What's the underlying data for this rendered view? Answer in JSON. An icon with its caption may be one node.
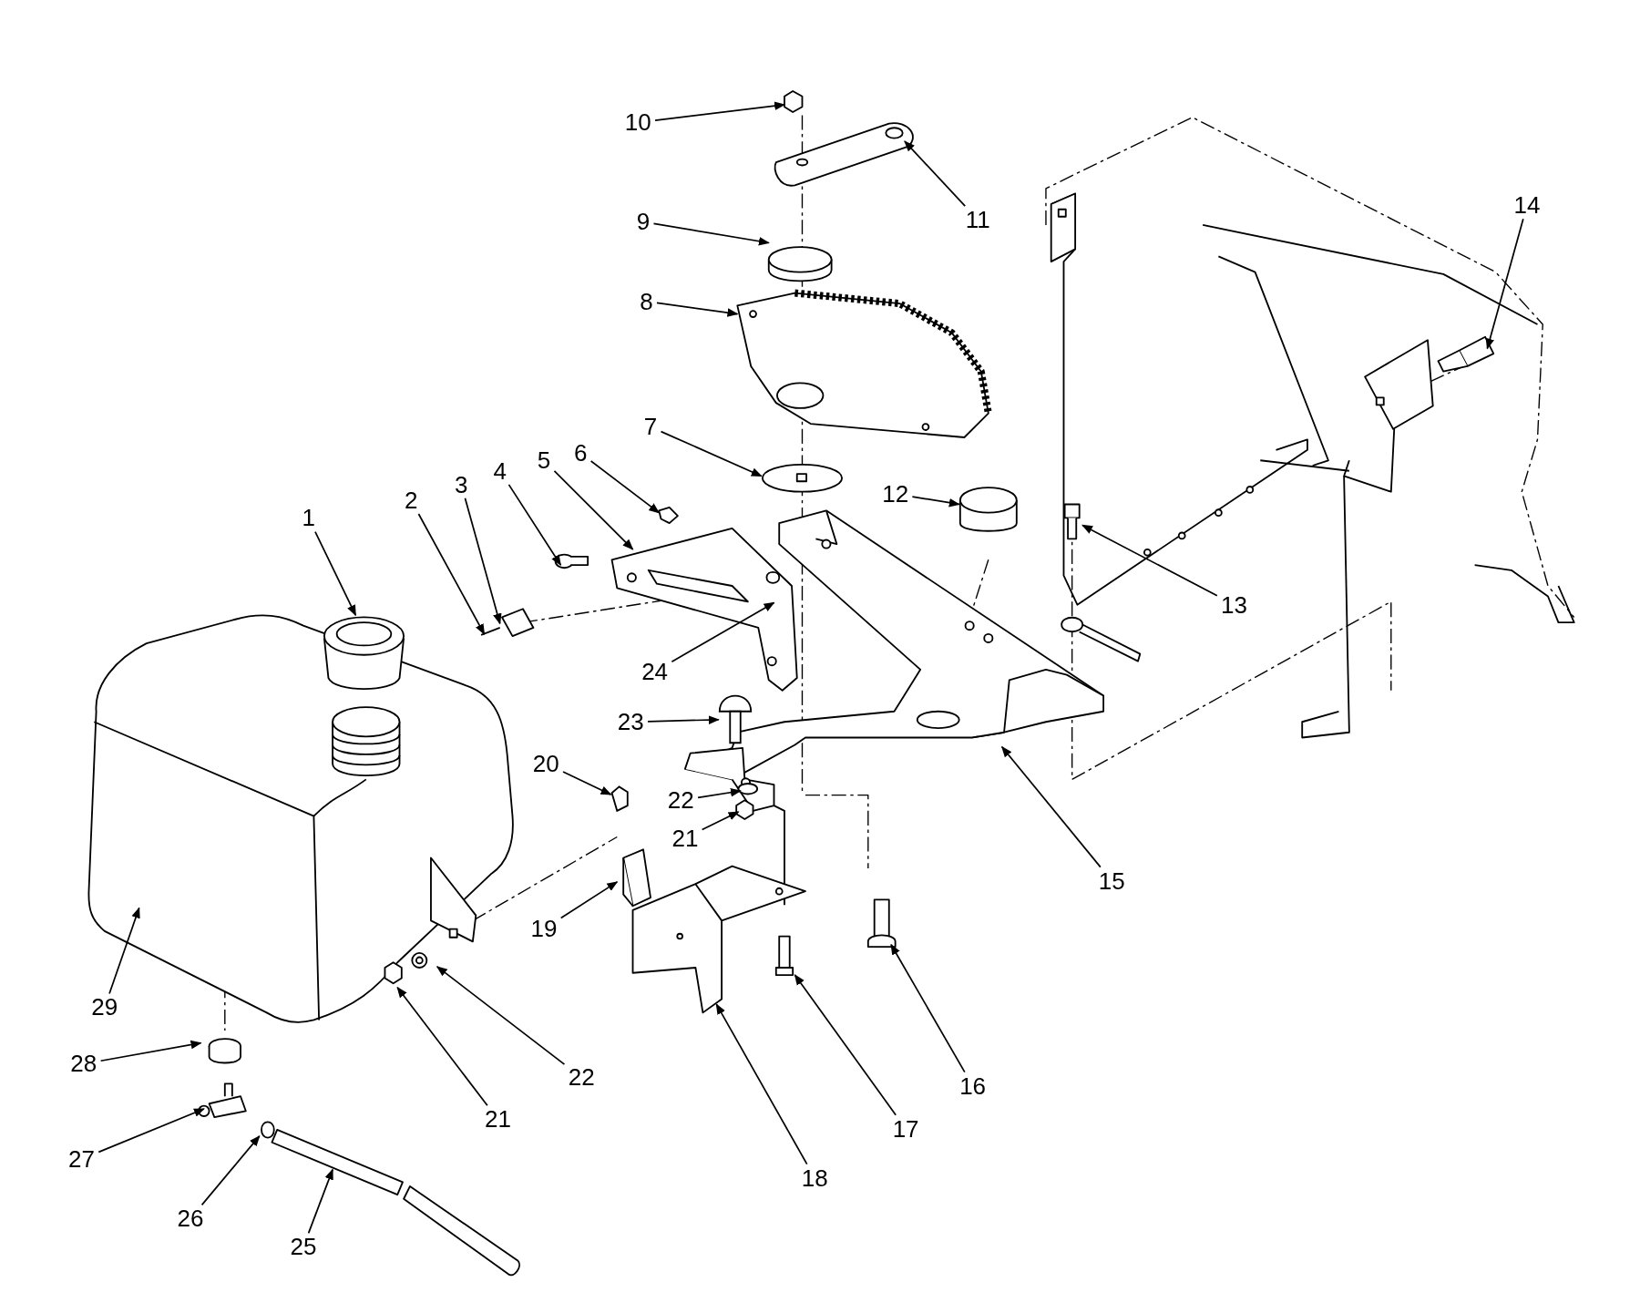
{
  "diagram": {
    "nodes": [
      {
        "text": [
          "1"
        ]
      },
      {
        "text": [
          "2"
        ]
      },
      {
        "text": [
          "3"
        ]
      },
      {
        "text": [
          "4"
        ]
      },
      {
        "text": [
          "5"
        ]
      },
      {
        "text": [
          "6"
        ]
      },
      {
        "text": [
          "7"
        ]
      },
      {
        "text": [
          "8"
        ]
      },
      {
        "text": [
          "9"
        ]
      },
      {
        "text": [
          "10"
        ]
      },
      {
        "text": [
          "11"
        ]
      },
      {
        "text": [
          "12"
        ]
      },
      {
        "text": [
          "13"
        ]
      },
      {
        "text": [
          "14"
        ]
      },
      {
        "text": [
          "15"
        ]
      },
      {
        "text": [
          "16"
        ]
      },
      {
        "text": [
          "17"
        ]
      },
      {
        "text": [
          "18"
        ]
      },
      {
        "text": [
          "19"
        ]
      },
      {
        "text": [
          "20"
        ]
      },
      {
        "text": [
          "21"
        ]
      },
      {
        "text": [
          "21"
        ]
      },
      {
        "text": [
          "22"
        ]
      },
      {
        "text": [
          "22"
        ]
      },
      {
        "text": [
          "23"
        ]
      },
      {
        "text": [
          "24"
        ]
      },
      {
        "text": [
          "25"
        ]
      },
      {
        "text": [
          "26"
        ]
      },
      {
        "text": [
          "27"
        ]
      },
      {
        "text": [
          "28"
        ]
      },
      {
        "text": [
          "29"
        ]
      },
      {
        "text": [],
        "shape": "picture"
      },
      {
        "text": [],
        "shape": "picture"
      }
    ],
    "edges": [
      {
        "from": 0,
        "to": null,
        "arrow": "to"
      },
      {
        "from": 1,
        "to": null,
        "arrow": "to"
      },
      {
        "from": 2,
        "to": null,
        "arrow": "to"
      },
      {
        "from": 3,
        "to": null,
        "arrow": "to"
      },
      {
        "from": 4,
        "to": null,
        "arrow": "to"
      },
      {
        "from": 5,
        "to": null,
        "arrow": "to"
      },
      {
        "from": 6,
        "to": null,
        "arrow": "to"
      },
      {
        "from": 7,
        "to": null,
        "arrow": "to"
      },
      {
        "from": 8,
        "to": null,
        "arrow": "to"
      },
      {
        "from": 9,
        "to": null,
        "arrow": "to"
      },
      {
        "from": 10,
        "to": null,
        "arrow": "to"
      },
      {
        "from": 11,
        "to": null,
        "arrow": "to"
      },
      {
        "from": 12,
        "to": null,
        "arrow": "to"
      },
      {
        "from": 13,
        "to": null,
        "arrow": "to"
      },
      {
        "from": 14,
        "to": null,
        "arrow": "to"
      },
      {
        "from": 15,
        "to": null,
        "arrow": "to"
      },
      {
        "from": 16,
        "to": null,
        "arrow": "to"
      },
      {
        "from": 17,
        "to": null,
        "arrow": "to"
      },
      {
        "from": 18,
        "to": null,
        "arrow": "to"
      },
      {
        "from": 19,
        "to": 31,
        "arrow": "to"
      },
      {
        "from": 20,
        "to": null,
        "arrow": "to"
      },
      {
        "from": 21,
        "to": null,
        "arrow": "to"
      },
      {
        "from": 22,
        "to": null,
        "arrow": "to"
      },
      {
        "from": 23,
        "to": null,
        "arrow": "to"
      },
      {
        "from": 24,
        "to": 32,
        "arrow": "to"
      },
      {
        "from": 25,
        "to": null,
        "arrow": "to"
      },
      {
        "from": 26,
        "to": null,
        "arrow": "to"
      },
      {
        "from": 27,
        "to": null,
        "arrow": "to"
      },
      {
        "from": 28,
        "to": null,
        "arrow": "to"
      },
      {
        "from": 29,
        "to": null,
        "arrow": "to"
      },
      {
        "from": 30,
        "to": null,
        "arrow": "to"
      }
    ]
  }
}
